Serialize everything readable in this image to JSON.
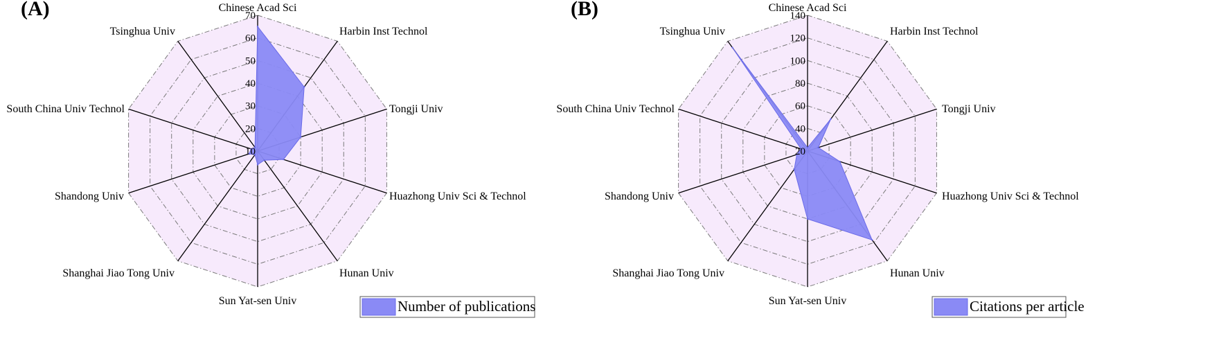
{
  "panels": [
    {
      "panel_label": "(A)",
      "legend_label": "Number of publications",
      "ticks": [
        "10",
        "20",
        "30",
        "40",
        "50",
        "60",
        "70"
      ]
    },
    {
      "panel_label": "(B)",
      "legend_label": "Citations per article",
      "ticks": [
        "20",
        "40",
        "60",
        "80",
        "100",
        "120",
        "140"
      ]
    }
  ],
  "chart_data": [
    {
      "type": "radar",
      "title": "",
      "categories": [
        "Chinese Acad Sci",
        "Harbin Inst Technol",
        "Tongji Univ",
        "Huazhong Univ Sci & Technol",
        "Hunan Univ",
        "Sun Yat-sen Univ",
        "Shanghai Jiao Tong Univ",
        "Shandong Univ",
        "South China Univ Technol",
        "Tsinghua Univ"
      ],
      "series": [
        {
          "name": "Number of publications",
          "values": [
            65,
            45,
            30,
            22,
            15,
            16,
            12,
            14,
            13,
            12
          ]
        }
      ],
      "rlim": [
        10,
        70
      ],
      "grid": true,
      "legend": "bottom-right",
      "colors": {
        "fill": "#8a8af5",
        "stroke": "#6a6ae8",
        "background": "#f7eafc",
        "gridline": "#7a7a7a"
      }
    },
    {
      "type": "radar",
      "title": "",
      "categories": [
        "Chinese Acad Sci",
        "Harbin Inst Technol",
        "Tongji Univ",
        "Huazhong Univ Sci & Technol",
        "Hunan Univ",
        "Sun Yat-sen Univ",
        "Shanghai Jiao Tong Univ",
        "Shandong Univ",
        "South China Univ Technol",
        "Tsinghua Univ"
      ],
      "series": [
        {
          "name": "Citations per article",
          "values": [
            23,
            55,
            30,
            50,
            117,
            80,
            40,
            30,
            26,
            133
          ]
        }
      ],
      "rlim": [
        20,
        140
      ],
      "grid": true,
      "legend": "bottom-right",
      "colors": {
        "fill": "#8a8af5",
        "stroke": "#6a6ae8",
        "background": "#f7eafc",
        "gridline": "#7a7a7a"
      }
    }
  ]
}
